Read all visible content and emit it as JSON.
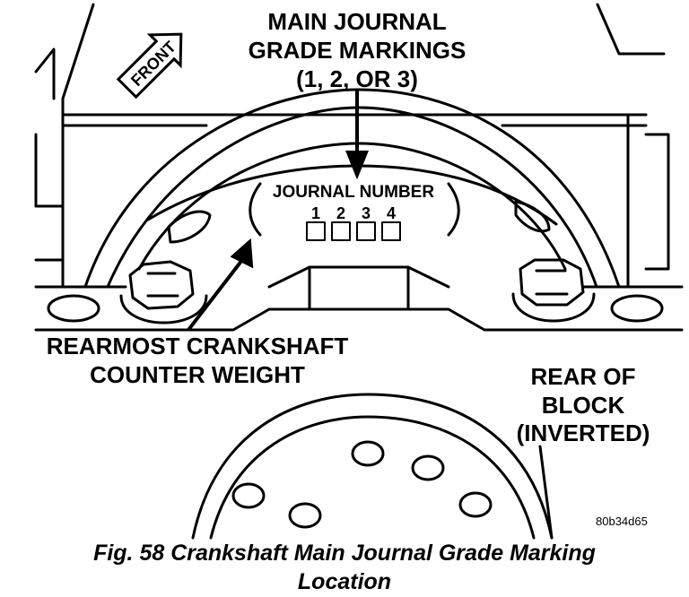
{
  "diagram": {
    "callouts": {
      "grade_markings_line1": "MAIN JOURNAL",
      "grade_markings_line2": "GRADE MARKINGS",
      "grade_markings_line3": "(1, 2, OR 3)",
      "journal_number": "JOURNAL NUMBER",
      "journal_numbers": [
        "1",
        "2",
        "3",
        "4"
      ],
      "counter_weight_line1": "REARMOST CRANKSHAFT",
      "counter_weight_line2": "COUNTER WEIGHT",
      "rear_line1": "REAR OF",
      "rear_line2": "BLOCK",
      "rear_line3": "(INVERTED)",
      "front": "FRONT"
    },
    "figure_id": "80b34d65",
    "caption_line1": "Fig. 58 Crankshaft Main Journal Grade Marking",
    "caption_line2": "Location"
  }
}
